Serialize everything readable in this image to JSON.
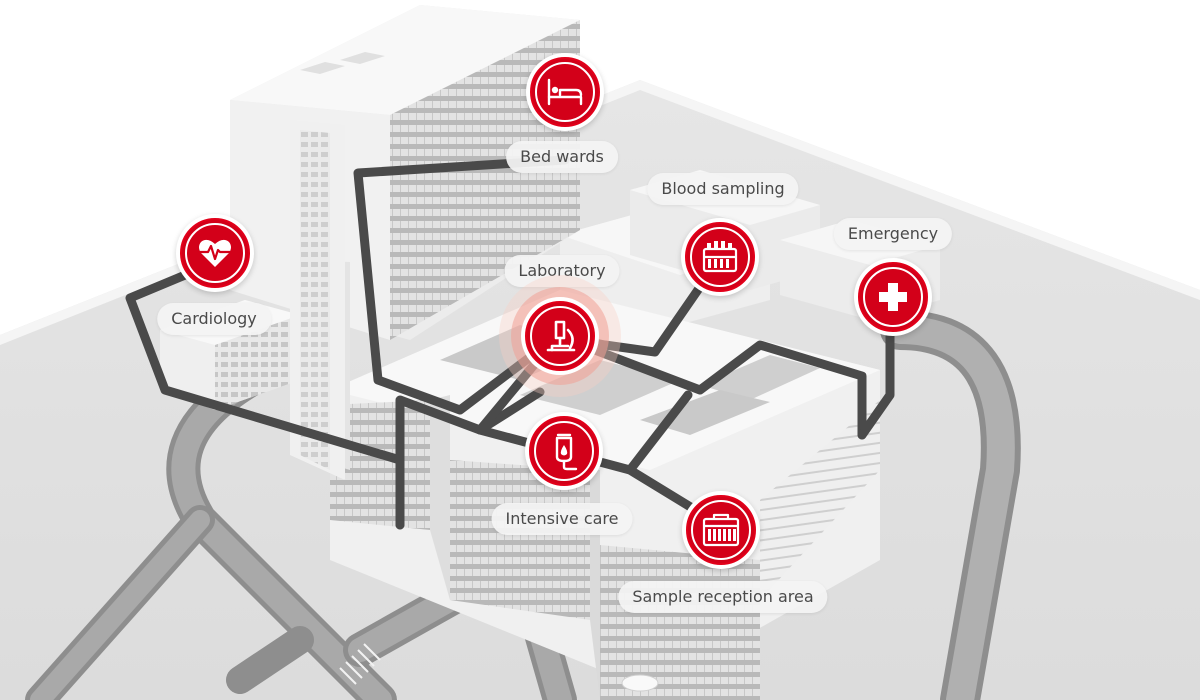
{
  "diagram": {
    "accent_color": "#d30019",
    "active_department": "laboratory",
    "departments": {
      "bed_wards": {
        "label": "Bed wards",
        "icon": "bed-icon"
      },
      "blood_sampling": {
        "label": "Blood sampling",
        "icon": "blood-tubes-icon"
      },
      "emergency": {
        "label": "Emergency",
        "icon": "cross-icon"
      },
      "laboratory": {
        "label": "Laboratory",
        "icon": "microscope-icon"
      },
      "cardiology": {
        "label": "Cardiology",
        "icon": "heart-pulse-icon"
      },
      "intensive_care": {
        "label": "Intensive care",
        "icon": "iv-drip-icon"
      },
      "sample_reception": {
        "label": "Sample reception area",
        "icon": "sample-rack-icon"
      }
    }
  }
}
